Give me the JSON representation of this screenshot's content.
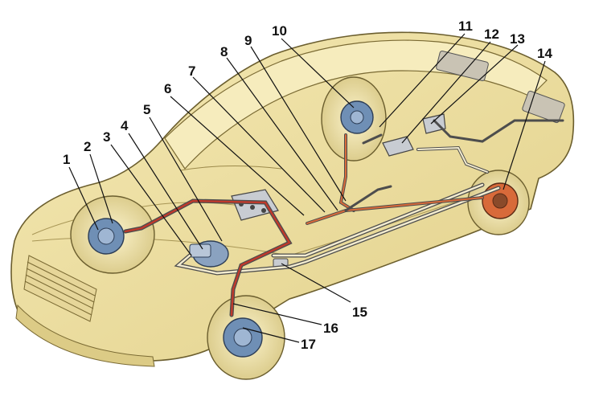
{
  "diagram": {
    "callouts": [
      {
        "label": "1"
      },
      {
        "label": "2"
      },
      {
        "label": "3"
      },
      {
        "label": "4"
      },
      {
        "label": "5"
      },
      {
        "label": "6"
      },
      {
        "label": "7"
      },
      {
        "label": "8"
      },
      {
        "label": "9"
      },
      {
        "label": "10"
      },
      {
        "label": "11"
      },
      {
        "label": "12"
      },
      {
        "label": "13"
      },
      {
        "label": "14"
      },
      {
        "label": "15"
      },
      {
        "label": "16"
      },
      {
        "label": "17"
      }
    ],
    "colors": {
      "body_fill": "#efe3a6",
      "body_stroke": "#6b5e2e",
      "brake_line_red": "#c0392b",
      "brake_line_outline": "#4d4d4d",
      "brake_assembly": "#6f8fb5",
      "rear_drum": "#d86a3a"
    }
  }
}
